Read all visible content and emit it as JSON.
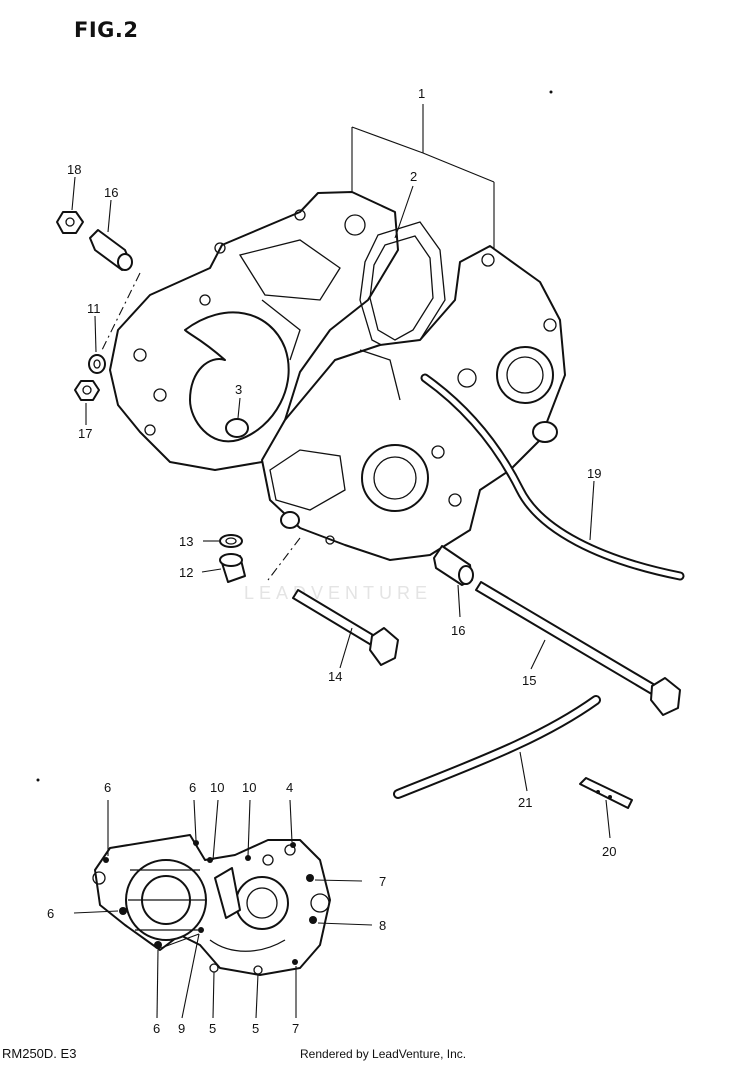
{
  "figure": {
    "title": "FIG.2",
    "model_code": "RM250D. E3",
    "render_credit": "Rendered by LeadVenture, Inc.",
    "watermark": "LEADVENTURE"
  },
  "callouts": [
    {
      "id": "c1",
      "label": "1"
    },
    {
      "id": "c2",
      "label": "2"
    },
    {
      "id": "c3",
      "label": "3"
    },
    {
      "id": "c11",
      "label": "11"
    },
    {
      "id": "c12",
      "label": "12"
    },
    {
      "id": "c13",
      "label": "13"
    },
    {
      "id": "c14",
      "label": "14"
    },
    {
      "id": "c15",
      "label": "15"
    },
    {
      "id": "c16a",
      "label": "16"
    },
    {
      "id": "c16b",
      "label": "16"
    },
    {
      "id": "c17",
      "label": "17"
    },
    {
      "id": "c18",
      "label": "18"
    },
    {
      "id": "c19",
      "label": "19"
    },
    {
      "id": "c20",
      "label": "20"
    },
    {
      "id": "c21",
      "label": "21"
    },
    {
      "id": "c6a",
      "label": "6"
    },
    {
      "id": "c6b",
      "label": "6"
    },
    {
      "id": "c6c",
      "label": "6"
    },
    {
      "id": "c6d",
      "label": "6"
    },
    {
      "id": "c10a",
      "label": "10"
    },
    {
      "id": "c10b",
      "label": "10"
    },
    {
      "id": "c4",
      "label": "4"
    },
    {
      "id": "c7a",
      "label": "7"
    },
    {
      "id": "c7b",
      "label": "7"
    },
    {
      "id": "c8",
      "label": "8"
    },
    {
      "id": "c9",
      "label": "9"
    },
    {
      "id": "c5a",
      "label": "5"
    },
    {
      "id": "c5b",
      "label": "5"
    }
  ]
}
